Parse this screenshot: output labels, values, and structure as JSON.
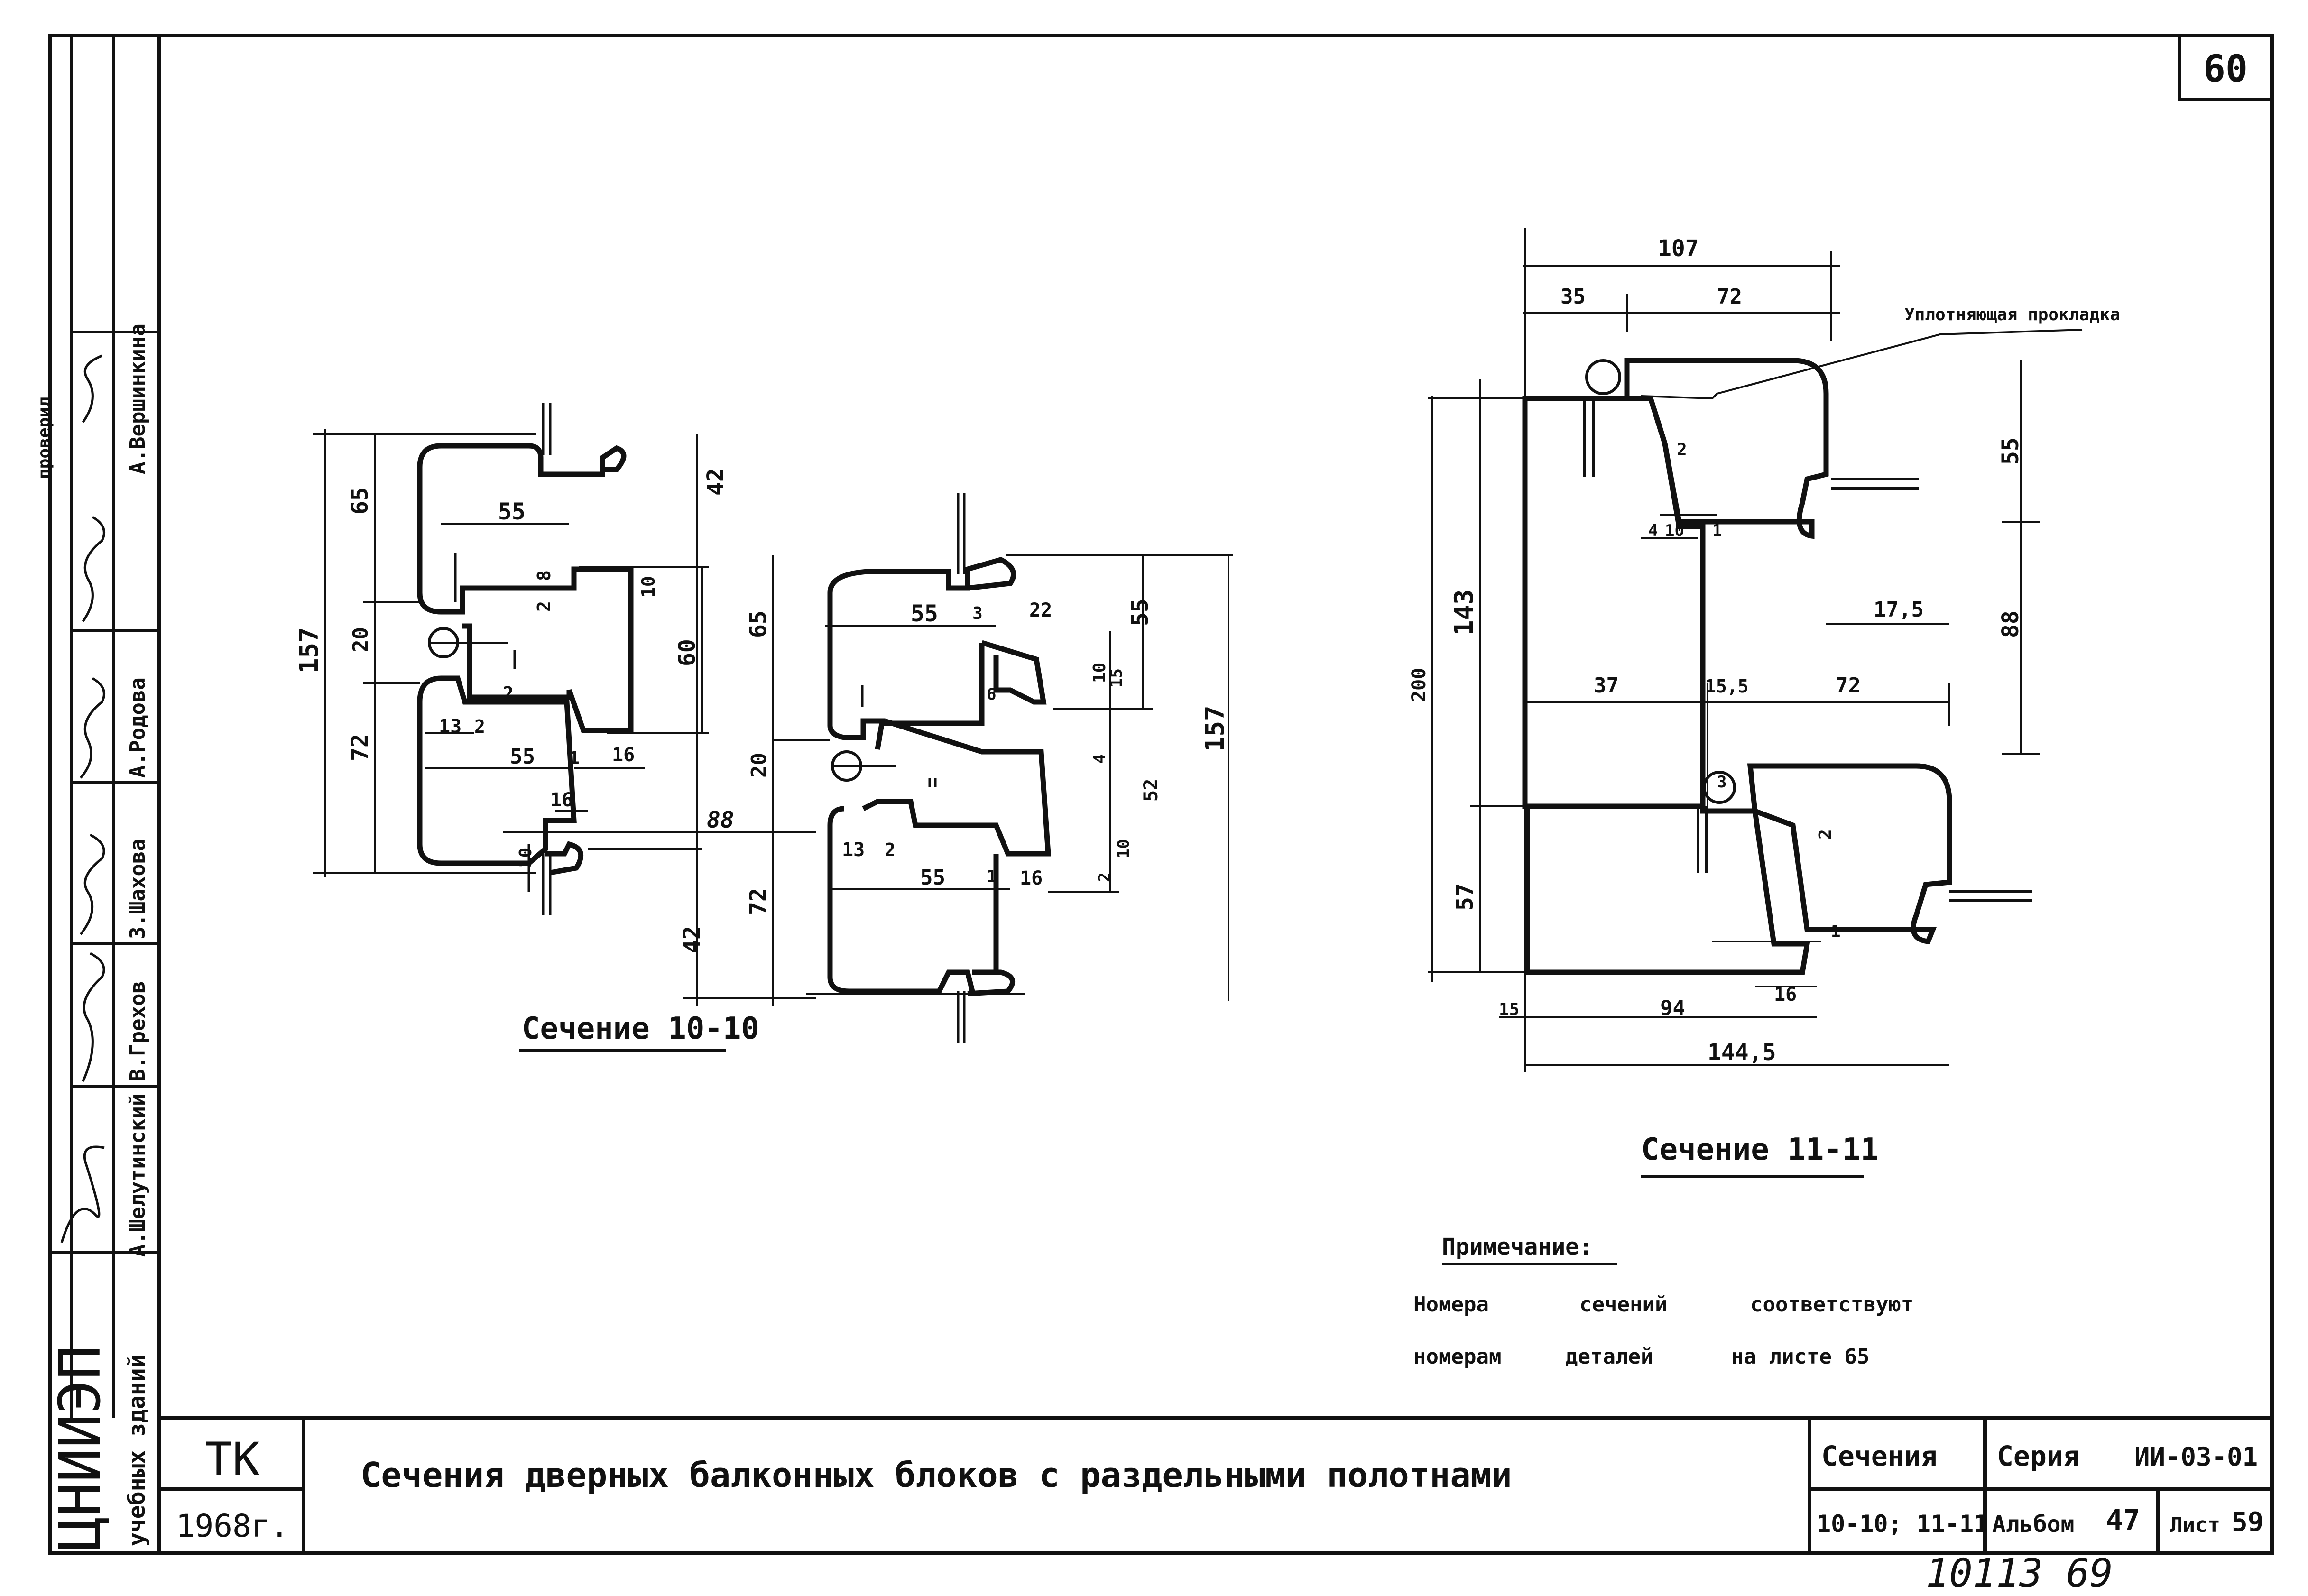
{
  "sheet_number": "60",
  "stamp_number": "10113  69",
  "section_10": {
    "title": "Сечение 10-10",
    "dims": {
      "d157": "157",
      "d65": "65",
      "d55_top": "55",
      "d8": "8",
      "d2a": "2",
      "d10": "10",
      "d42_top": "42",
      "d20": "20",
      "d60": "60",
      "d2b": "2",
      "d13": "13",
      "d2c": "2",
      "d72": "72",
      "d55_bottom": "55",
      "d1": "1",
      "d16_a": "16",
      "d16_b": "16",
      "d10b": "10",
      "d88": "88",
      "d42_bottom": "42"
    }
  },
  "section_10b": {
    "dims": {
      "d65": "65",
      "d55": "55",
      "d3": "3",
      "d22": "22",
      "d55_right": "55",
      "d157": "157",
      "d20": "20",
      "d10": "10",
      "d6": "6",
      "d15": "15",
      "d52": "52",
      "d2": "2",
      "d10b": "10",
      "d4": "4",
      "d13": "13",
      "d2b": "2",
      "d72": "72",
      "d55_bottom": "55",
      "d1": "1",
      "d16": "16"
    }
  },
  "section_11": {
    "title": "Сечение 11-11",
    "callout": "Уплотняющая прокладка",
    "dims": {
      "d107": "107",
      "d35": "35",
      "d72_top": "72",
      "d55": "55",
      "d200": "200",
      "d143": "143",
      "d2": "2",
      "d4": "4",
      "d10": "10",
      "d1": "1",
      "d17_5": "17,5",
      "d88": "88",
      "d37": "37",
      "d15_5": "15,5",
      "d72_mid": "72",
      "d3": "3",
      "d2b": "2",
      "d57": "57",
      "d1b": "1",
      "d15": "15",
      "d94": "94",
      "d16": "16",
      "d144_5": "144,5"
    }
  },
  "note": {
    "heading": "Примечание:",
    "line1_words": [
      "Номера",
      "сечений",
      "соответствуют"
    ],
    "line2_words": [
      "номерам",
      "деталей",
      "на листе 65"
    ]
  },
  "left_stamp": {
    "org": "ЦНИИЭП",
    "org_sub": "учебных зданий",
    "names": [
      "А.Шелутинский",
      "В.Грехов",
      "З.Шахова",
      "А.Родова",
      "А.Вершинкина"
    ],
    "role": "проверил"
  },
  "title_block": {
    "tk": "ТК",
    "year": "1968г.",
    "title": "Сечения дверных балконных блоков с раздельными полотнами",
    "sections_label": "Сечения",
    "sections_value": "10-10; 11-11",
    "series_label": "Серия",
    "series_value": "ИИ-03-01",
    "album_label": "Альбом",
    "album_value": "47",
    "sheet_label": "Лист",
    "sheet_value": "59"
  }
}
